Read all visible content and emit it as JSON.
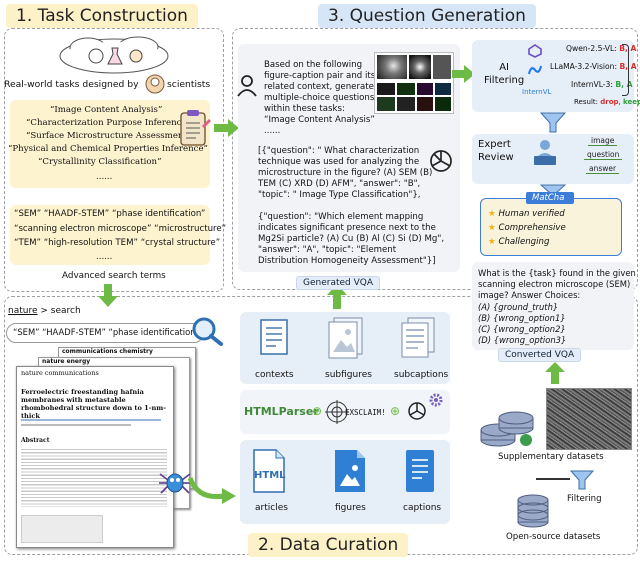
{
  "sections": {
    "task_construction": "1. Task Construction",
    "question_generation": "3. Question Generation",
    "data_curation": "2. Data Curation"
  },
  "task": {
    "realworld_line": "Real-world tasks designed by",
    "scientists": "scientists",
    "tasks": [
      "“Image Content Analysis”",
      "“Characterization Purpose Inference”",
      "“Surface Microstructure Assessment”",
      "“Physical and Chemical Properties Inference”",
      "“Crystallinity Classification”",
      "......"
    ],
    "terms": [
      "“SEM” “HAADF-STEM” “phase identification”",
      "“scanning electron microscope” “microstructure”",
      "“TEM” “high-resolution TEM” “crystal structure”",
      "......"
    ],
    "advanced": "Advanced search terms"
  },
  "search": {
    "breadcrumb_site": "nature",
    "breadcrumb_sep": ">",
    "breadcrumb_page": "search",
    "query": "“SEM” “HAADF-STEM” “phase identification”",
    "journal1": "communications chemistry",
    "journal2": "nature energy",
    "journal3": "nature communications",
    "article_title": "Ferroelectric freestanding hafnia membranes with metastable rhombohedral structure down to 1-nm-thick",
    "abstract": "Abstract"
  },
  "curation": {
    "contexts": "contexts",
    "subfigures": "subfigures",
    "subcaptions": "subcaptions",
    "parser": "HTMLParser",
    "exsclaim": "EXSCLAIM!",
    "html_icon": "HTML",
    "articles": "articles",
    "figures": "figures",
    "captions": "captions"
  },
  "prompt": {
    "lines": [
      "Based on the following",
      "figure-caption pair and its",
      "related context, generate",
      "multiple-choice questions",
      "within these tasks:",
      "“Image Content Analysis”",
      "......"
    ]
  },
  "generated": {
    "json_lines": [
      "[{\"question\": \" What characterization",
      "technique was used for analyzing the",
      "microstructure in the figure? (A) SEM (B)",
      "TEM (C) XRD (D) AFM\", \"answer\": \"B\",",
      "\"topic\": \" Image Type Classification\"},",
      "",
      "{\"question\": \"Which element mapping",
      "indicates significant presence next to the",
      "Mg2Si particle? (A) Cu (B) Al (C) Si (D) Mg\",",
      "\"answer\": \"A\", \"topic\": \"Element",
      "Distribution Homogeneity Assessment\"}]"
    ],
    "label": "Generated VQA"
  },
  "ai_filter": {
    "label": "AI\nFiltering",
    "models": [
      {
        "name": "Qwen-2.5-VL:",
        "result": "B, A"
      },
      {
        "name": "LLaMA-3.2-Vision:",
        "result": "B, A"
      },
      {
        "name": "InternVL-3:",
        "result": "B, A"
      }
    ],
    "result_label": "Result:",
    "drop": "drop",
    "keep": "keep",
    "logos": [
      "Qwen",
      "Meta",
      "InternVL"
    ]
  },
  "expert": {
    "label": "Expert\nReview",
    "items": [
      "image",
      "question",
      "answer"
    ]
  },
  "matcha": {
    "title": "MatCha",
    "items": [
      "Human verified",
      "Comprehensive",
      "Challenging"
    ]
  },
  "converted": {
    "lines": [
      "What is the {task} found in the given",
      "scanning electron microscope (SEM)",
      "image? Answer Choices:",
      "(A) {ground_truth}",
      "(B) {wrong_option1}",
      "(C) {wrong_option2}",
      "(D) {wrong_option3}"
    ],
    "label": "Converted VQA"
  },
  "datasets": {
    "supplementary": "Supplementary datasets",
    "filtering": "Filtering",
    "opensource": "Open-source datasets"
  },
  "colors": {
    "accent_green": "#6dbb45",
    "title_yellow": "#fdf1c8",
    "title_blue": "#d6e6f7",
    "drop_red": "#d32f2f",
    "keep_green": "#2e9d3a",
    "matcha_blue": "#3b7dd8"
  }
}
